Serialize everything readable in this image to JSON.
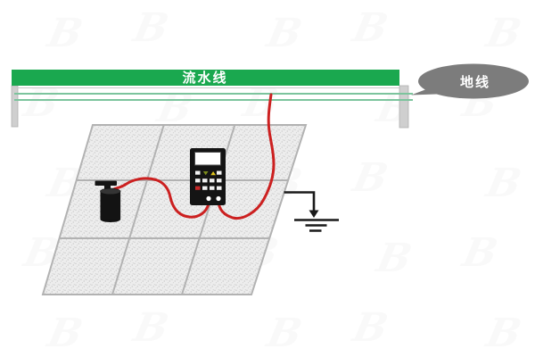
{
  "conveyor": {
    "label": "流水线"
  },
  "callout": {
    "label": "地线"
  },
  "watermark": {
    "glyph": "B"
  },
  "colors": {
    "conveyor_green": "#1aa84f",
    "belt_line_green": "#7cc49d",
    "leg_gray": "#cfcfcf",
    "bubble_gray": "#7c7c7c",
    "wire_red": "#cc2020",
    "device_black": "#141414",
    "grout_gray": "#b2b2b2",
    "ground_black": "#1a1a1a",
    "btn_yellow": "#e0c51c",
    "btn_olive": "#7c8c1c",
    "btn_red": "#c62828",
    "display_white": "#ffffff"
  },
  "diagram": {
    "floor": {
      "rows": 3,
      "cols": 3,
      "style": "speckled-raised-floor-tiles"
    },
    "components": {
      "meter": "surface-resistance-meter",
      "probe": "cylindrical-weight-electrode",
      "ground": "earth-ground-symbol",
      "wires": "red-test-leads"
    },
    "meter": {
      "button_rows": 3,
      "terminals": 2
    }
  }
}
